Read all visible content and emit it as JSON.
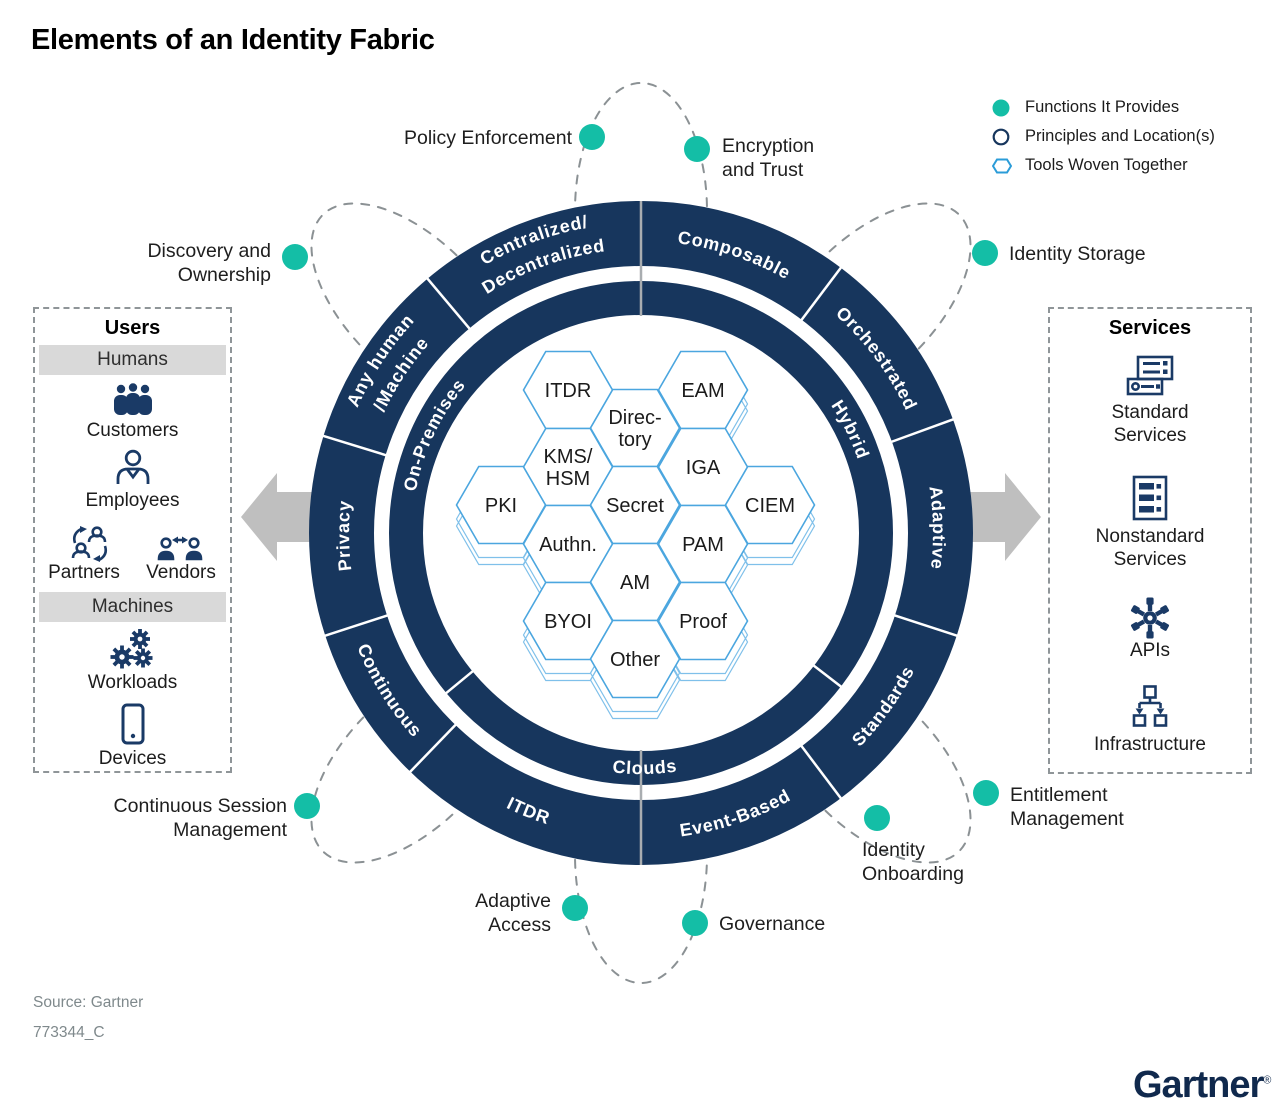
{
  "title": "Elements of an Identity Fabric",
  "legend": {
    "items": [
      {
        "icon": "function-dot-icon",
        "label": "Functions It Provides"
      },
      {
        "icon": "principle-circle-icon",
        "label": "Principles and Location(s)"
      },
      {
        "icon": "tool-hexagon-icon",
        "label": "Tools Woven Together"
      }
    ]
  },
  "outer_ring": {
    "segments": [
      {
        "id": "composable",
        "lines": [
          "Composable"
        ]
      },
      {
        "id": "orchestrated",
        "lines": [
          "Orchestrated"
        ]
      },
      {
        "id": "adaptive",
        "lines": [
          "Adaptive"
        ]
      },
      {
        "id": "standards",
        "lines": [
          "Standards"
        ]
      },
      {
        "id": "event-based",
        "lines": [
          "Event-Based"
        ]
      },
      {
        "id": "itdr",
        "lines": [
          "ITDR"
        ]
      },
      {
        "id": "continuous",
        "lines": [
          "Continuous"
        ]
      },
      {
        "id": "privacy",
        "lines": [
          "Privacy"
        ]
      },
      {
        "id": "any-human-machine",
        "lines": [
          "Any human",
          "/Machine"
        ]
      },
      {
        "id": "centralized-decentralized",
        "lines": [
          "Centralized/",
          "Decentralized"
        ]
      }
    ]
  },
  "mid_ring": {
    "segments": [
      {
        "id": "on-premises",
        "lines": [
          "On-Premises"
        ]
      },
      {
        "id": "hybrid",
        "lines": [
          "Hybrid"
        ]
      },
      {
        "id": "clouds",
        "lines": [
          "Clouds"
        ]
      }
    ]
  },
  "tools": [
    {
      "id": "itdr",
      "lines": [
        "ITDR"
      ]
    },
    {
      "id": "eam",
      "lines": [
        "EAM"
      ]
    },
    {
      "id": "directory",
      "lines": [
        "Direc-",
        "tory"
      ]
    },
    {
      "id": "kms-hsm",
      "lines": [
        "KMS/",
        "HSM"
      ]
    },
    {
      "id": "iga",
      "lines": [
        "IGA"
      ]
    },
    {
      "id": "pki",
      "lines": [
        "PKI"
      ]
    },
    {
      "id": "secret",
      "lines": [
        "Secret"
      ]
    },
    {
      "id": "ciem",
      "lines": [
        "CIEM"
      ]
    },
    {
      "id": "authn",
      "lines": [
        "Authn."
      ]
    },
    {
      "id": "pam",
      "lines": [
        "PAM"
      ]
    },
    {
      "id": "am",
      "lines": [
        "AM"
      ]
    },
    {
      "id": "byoi",
      "lines": [
        "BYOI"
      ]
    },
    {
      "id": "proof",
      "lines": [
        "Proof"
      ]
    },
    {
      "id": "other",
      "lines": [
        "Other"
      ]
    }
  ],
  "functions": [
    {
      "id": "policy-enforcement",
      "lines": [
        "Policy Enforcement"
      ]
    },
    {
      "id": "encryption-and-trust",
      "lines": [
        "Encryption",
        "and Trust"
      ]
    },
    {
      "id": "discovery-and-ownership",
      "lines": [
        "Discovery and",
        "Ownership"
      ]
    },
    {
      "id": "identity-storage",
      "lines": [
        "Identity Storage"
      ]
    },
    {
      "id": "entitlement-management",
      "lines": [
        "Entitlement",
        "Management"
      ]
    },
    {
      "id": "identity-onboarding",
      "lines": [
        "Identity",
        "Onboarding"
      ]
    },
    {
      "id": "governance",
      "lines": [
        "Governance"
      ]
    },
    {
      "id": "adaptive-access",
      "lines": [
        "Adaptive",
        "Access"
      ]
    },
    {
      "id": "continuous-session-management",
      "lines": [
        "Continuous Session",
        "Management"
      ]
    }
  ],
  "users_panel": {
    "title": "Users",
    "groups": [
      {
        "band": "Humans",
        "items": [
          {
            "icon": "customers-icon",
            "label": "Customers"
          },
          {
            "icon": "employees-icon",
            "label": "Employees"
          },
          {
            "icon": "partners-icon",
            "label": "Partners"
          },
          {
            "icon": "vendors-icon",
            "label": "Vendors"
          }
        ]
      },
      {
        "band": "Machines",
        "items": [
          {
            "icon": "workloads-icon",
            "label": "Workloads"
          },
          {
            "icon": "devices-icon",
            "label": "Devices"
          }
        ]
      }
    ]
  },
  "services_panel": {
    "title": "Services",
    "items": [
      {
        "icon": "standard-services-icon",
        "lines": [
          "Standard",
          "Services"
        ]
      },
      {
        "icon": "nonstandard-services-icon",
        "lines": [
          "Nonstandard",
          "Services"
        ]
      },
      {
        "icon": "apis-icon",
        "lines": [
          "APIs"
        ]
      },
      {
        "icon": "infrastructure-icon",
        "lines": [
          "Infrastructure"
        ]
      }
    ]
  },
  "source": {
    "line1": "Source: Gartner",
    "line2": "773344_C"
  },
  "brand": {
    "logo": "Gartner",
    "registered": "®"
  },
  "colors": {
    "navy": "#17365D",
    "teal": "#14BEA6",
    "hex_blue": "#4BA6DF",
    "band_gray": "#D9D9D9",
    "arrow_gray": "#BFBFBF",
    "dash_gray": "#8B9194",
    "icon_navy": "#1A3A66"
  }
}
